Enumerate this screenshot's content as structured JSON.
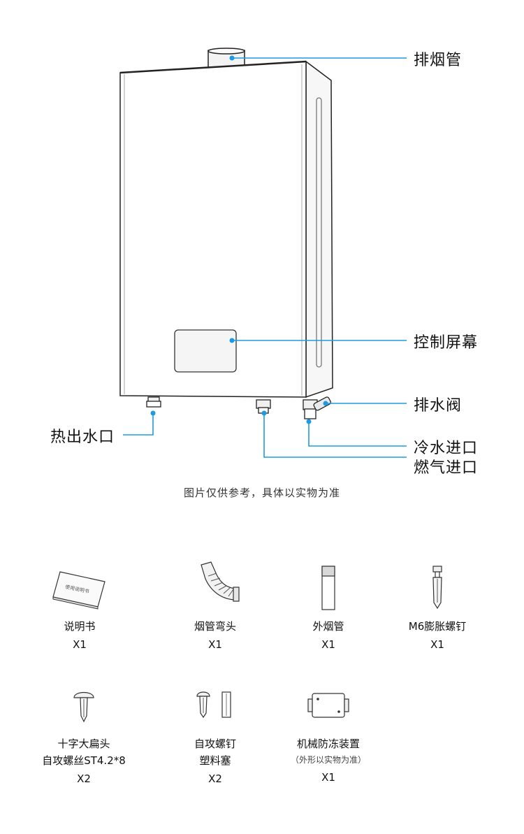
{
  "diagram": {
    "labels": {
      "flue_pipe": "排烟管",
      "control_screen": "控制屏幕",
      "drain_valve": "排水阀",
      "hot_water_outlet": "热出水口",
      "cold_water_inlet": "冷水进口",
      "gas_inlet": "燃气进口"
    },
    "accent_color": "#1e9be0"
  },
  "note": "图片仅供参考，具体以实物为准",
  "accessories": [
    {
      "name": "说明书",
      "qty": "X1",
      "icon": "manual-icon",
      "icon_text": "使用说明书"
    },
    {
      "name": "烟管弯头",
      "qty": "X1",
      "icon": "flue-elbow-icon"
    },
    {
      "name": "外烟管",
      "qty": "X1",
      "icon": "outer-flue-pipe-icon"
    },
    {
      "name": "M6膨胀螺钉",
      "qty": "X1",
      "icon": "expansion-screw-icon"
    },
    {
      "name": "十字大扁头",
      "name2": "自攻螺丝ST4.2*8",
      "qty": "X2",
      "icon": "pan-head-screw-icon"
    },
    {
      "name": "自攻螺钉",
      "name2": "塑料塞",
      "qty": "X2",
      "icon": "screw-plug-icon"
    },
    {
      "name": "机械防冻装置",
      "sub": "（外形以实物为准）",
      "qty": "X1",
      "icon": "antifreeze-device-icon"
    }
  ]
}
